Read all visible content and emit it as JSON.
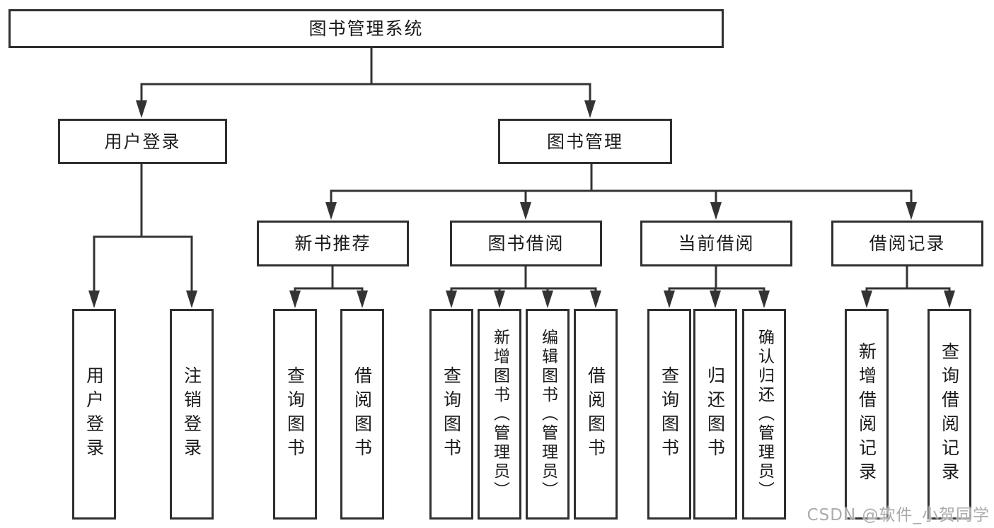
{
  "diagram": {
    "title": "图书管理系统",
    "root": {
      "label": "图书管理系统"
    },
    "level2": [
      {
        "label": "用户登录"
      },
      {
        "label": "图书管理"
      }
    ],
    "level3": [
      {
        "label": "新书推荐",
        "parent": "图书管理"
      },
      {
        "label": "图书借阅",
        "parent": "图书管理"
      },
      {
        "label": "当前借阅",
        "parent": "图书管理"
      },
      {
        "label": "借阅记录",
        "parent": "图书管理"
      }
    ],
    "leaves": [
      {
        "label": "用户登录",
        "parent": "用户登录"
      },
      {
        "label": "注销登录",
        "parent": "用户登录"
      },
      {
        "label": "查询图书",
        "parent": "新书推荐"
      },
      {
        "label": "借阅图书",
        "parent": "新书推荐"
      },
      {
        "label": "查询图书",
        "parent": "图书借阅"
      },
      {
        "label": "新增图书（管理员）",
        "parent": "图书借阅"
      },
      {
        "label": "编辑图书（管理员）",
        "parent": "图书借阅"
      },
      {
        "label": "借阅图书",
        "parent": "图书借阅"
      },
      {
        "label": "查询图书",
        "parent": "当前借阅"
      },
      {
        "label": "归还图书",
        "parent": "当前借阅"
      },
      {
        "label": "确认归还（管理员）",
        "parent": "当前借阅"
      },
      {
        "label": "新增借阅记录",
        "parent": "借阅记录"
      },
      {
        "label": "查询借阅记录",
        "parent": "借阅记录"
      }
    ]
  },
  "watermark": {
    "text": "CSDN @软件_小贺同学"
  },
  "colors": {
    "line": "#333333",
    "box_border": "#2f2f2f",
    "text": "#1a1a1a",
    "watermark": "#ababab",
    "background": "#ffffff"
  }
}
